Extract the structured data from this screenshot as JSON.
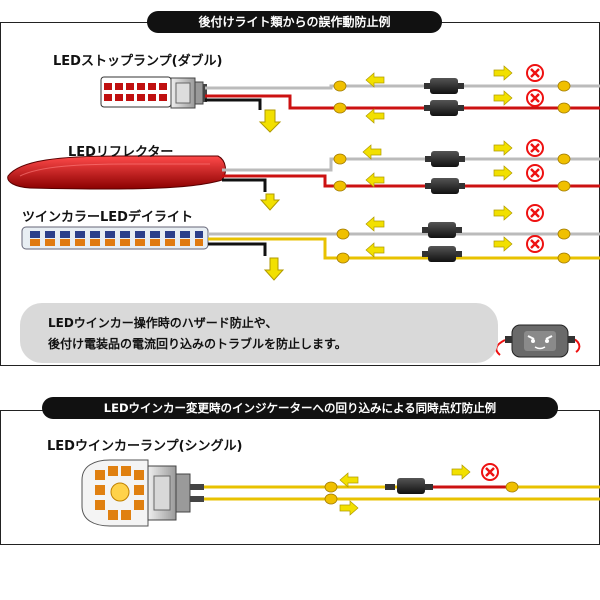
{
  "top_panel": {
    "title": "後付けライト類からの誤作動防止例",
    "labels": {
      "stop_lamp": "LEDストップランプ(ダブル)",
      "reflector": "LEDリフレクター",
      "day_light": "ツインカラーLEDデイライト"
    },
    "note": {
      "line1": "LEDウインカー操作時のハザード防止や、",
      "line2": "後付け電装品の電流回り込みのトラブルを防止します。"
    }
  },
  "bottom_panel": {
    "title": "LEDウインカー変更時のインジケーターへの回り込みによる同時点灯防止例",
    "labels": {
      "winker_lamp": "LEDウインカーランプ(シングル)"
    }
  },
  "colors": {
    "wire_red": "#cc1111",
    "wire_white": "#bbbbbb",
    "wire_yellow": "#e8c200",
    "arrow_yellow": "#f2e000",
    "connector": "#f0c000",
    "block_red": "#e11",
    "diode": "#2a2a2a"
  }
}
